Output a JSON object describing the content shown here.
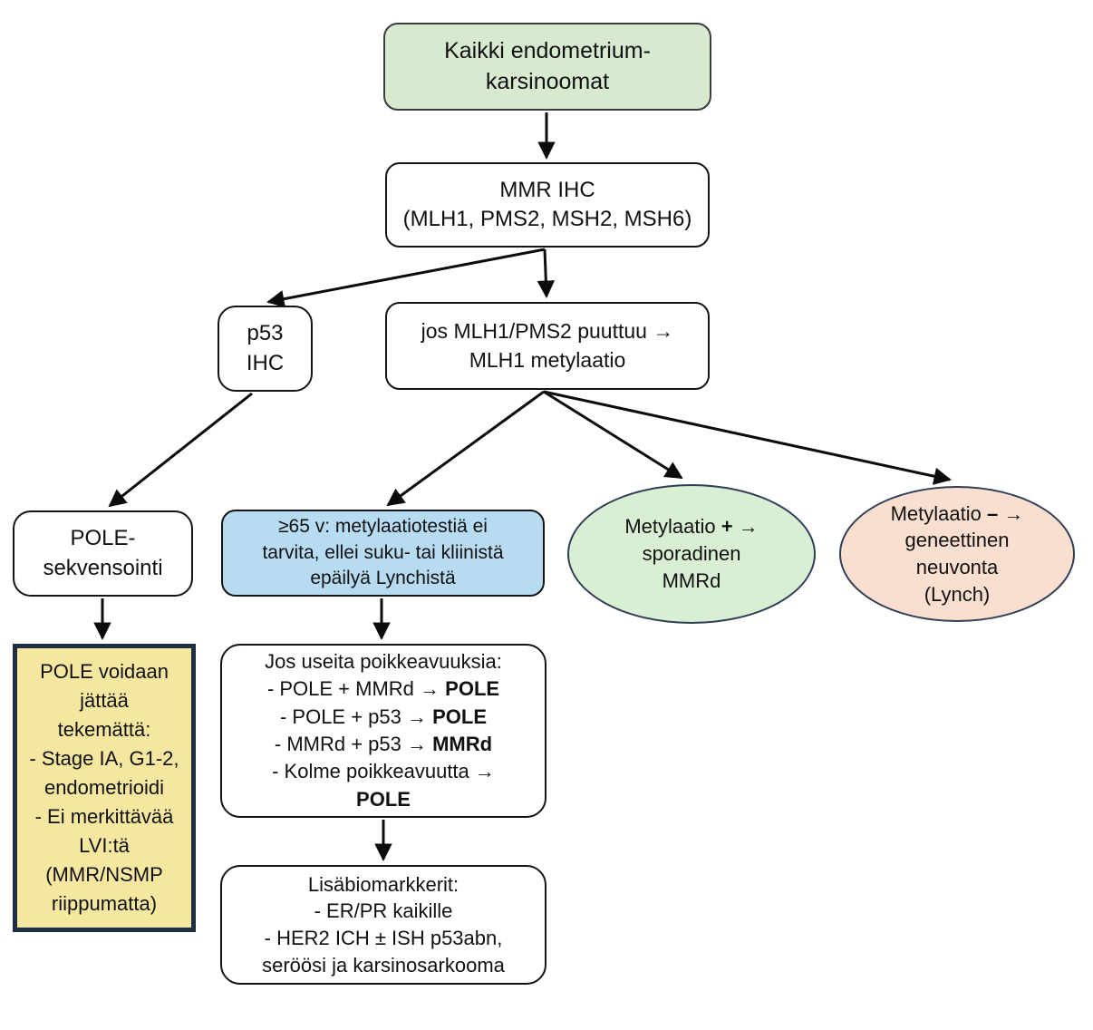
{
  "diagram_title": "Endometrial carcinoma molecular testing flowchart",
  "colors": {
    "green_box": "#d7e9cf",
    "blue_box": "#b7dcf2",
    "yellow_box": "#f6e7a0",
    "yellow_border": "#1f2e42",
    "green_ellipse": "#d9efd4",
    "pink_ellipse": "#fadfd0",
    "arrow": "#0c0c0c"
  },
  "nodes": {
    "all_carcinomas": {
      "segments": [
        {
          "t": "Kaikki endometrium-"
        },
        {
          "br": true,
          "t": "karsinoomat"
        }
      ]
    },
    "mmr_ihc": {
      "segments": [
        {
          "t": "MMR IHC"
        },
        {
          "br": true,
          "t": "(MLH1, PMS2, MSH2, MSH6)"
        }
      ]
    },
    "p53_ihc": {
      "segments": [
        {
          "t": "p53"
        },
        {
          "br": true,
          "t": "IHC"
        }
      ]
    },
    "mlh1_methylation": {
      "segments": [
        {
          "t": "jos MLH1/PMS2 puuttuu →"
        },
        {
          "br": true,
          "t": "MLH1 metylaatio"
        }
      ]
    },
    "pole_sequencing": {
      "segments": [
        {
          "t": "POLE-"
        },
        {
          "br": true,
          "t": "sekvensointi"
        }
      ]
    },
    "age65_note": {
      "segments": [
        {
          "t": "≥65 v: metylaatiotestiä ei"
        },
        {
          "br": true,
          "t": "tarvita, ellei suku- tai kliinistä"
        },
        {
          "br": true,
          "t": "epäilyä Lynchistä"
        }
      ]
    },
    "methylation_positive": {
      "segments": [
        {
          "t": "Metylaatio "
        },
        {
          "t": "+",
          "b": true
        },
        {
          "t": " →"
        },
        {
          "br": true,
          "t": "sporadinen"
        },
        {
          "br": true,
          "t": "MMRd"
        }
      ]
    },
    "methylation_negative": {
      "segments": [
        {
          "t": "Metylaatio "
        },
        {
          "t": "–",
          "b": true
        },
        {
          "t": " →"
        },
        {
          "br": true,
          "t": "geneettinen"
        },
        {
          "br": true,
          "t": "neuvonta"
        },
        {
          "br": true,
          "t": "(Lynch)"
        }
      ]
    },
    "pole_skip_criteria": {
      "segments": [
        {
          "t": "POLE voidaan"
        },
        {
          "br": true,
          "t": "jättää"
        },
        {
          "br": true,
          "t": "tekemättä:"
        },
        {
          "br": true,
          "t": "- Stage IA, G1-2,"
        },
        {
          "br": true,
          "t": "endometrioidi"
        },
        {
          "br": true,
          "t": "- Ei merkittävää"
        },
        {
          "br": true,
          "t": "LVI:tä"
        },
        {
          "br": true,
          "t": "(MMR/NSMP"
        },
        {
          "br": true,
          "t": "riippumatta)"
        }
      ]
    },
    "multiple_abnormalities": {
      "segments": [
        {
          "t": "Jos useita poikkeavuuksia:"
        },
        {
          "br": true,
          "t": "- POLE + MMRd → "
        },
        {
          "t": "POLE",
          "b": true
        },
        {
          "br": true,
          "t": "- POLE + p53 → "
        },
        {
          "t": "POLE",
          "b": true
        },
        {
          "br": true,
          "t": "- MMRd + p53 → "
        },
        {
          "t": "MMRd",
          "b": true
        },
        {
          "br": true,
          "t": "- Kolme poikkeavuutta →"
        },
        {
          "br": true,
          "t": "POLE",
          "b": true
        }
      ]
    },
    "additional_biomarkers": {
      "segments": [
        {
          "t": "Lisäbiomarkkerit:"
        },
        {
          "br": true,
          "t": "- ER/PR kaikille"
        },
        {
          "br": true,
          "t": "- HER2 ICH ± ISH p53abn,"
        },
        {
          "br": true,
          "t": "seröösi ja karsinosarkooma"
        }
      ]
    }
  }
}
